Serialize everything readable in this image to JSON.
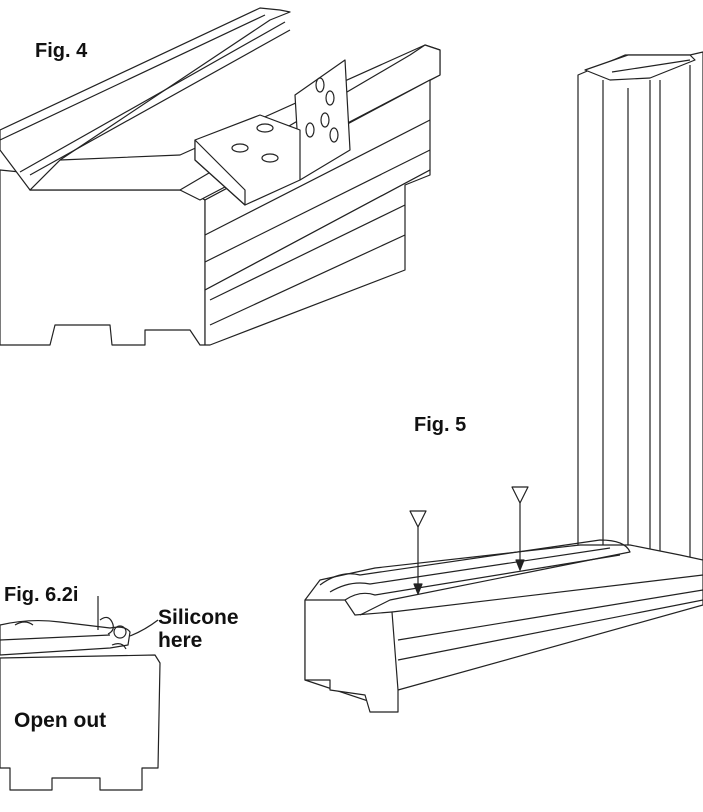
{
  "figures": {
    "fig4": {
      "label": "Fig. 4"
    },
    "fig5": {
      "label": "Fig. 5"
    },
    "fig62i": {
      "label": "Fig. 6.2i",
      "callout": "Silicone here",
      "callout_line1": "Silicone",
      "callout_line2": "here",
      "section_text": "Open out"
    }
  },
  "icons": [
    "screw-icon",
    "screw-icon"
  ]
}
